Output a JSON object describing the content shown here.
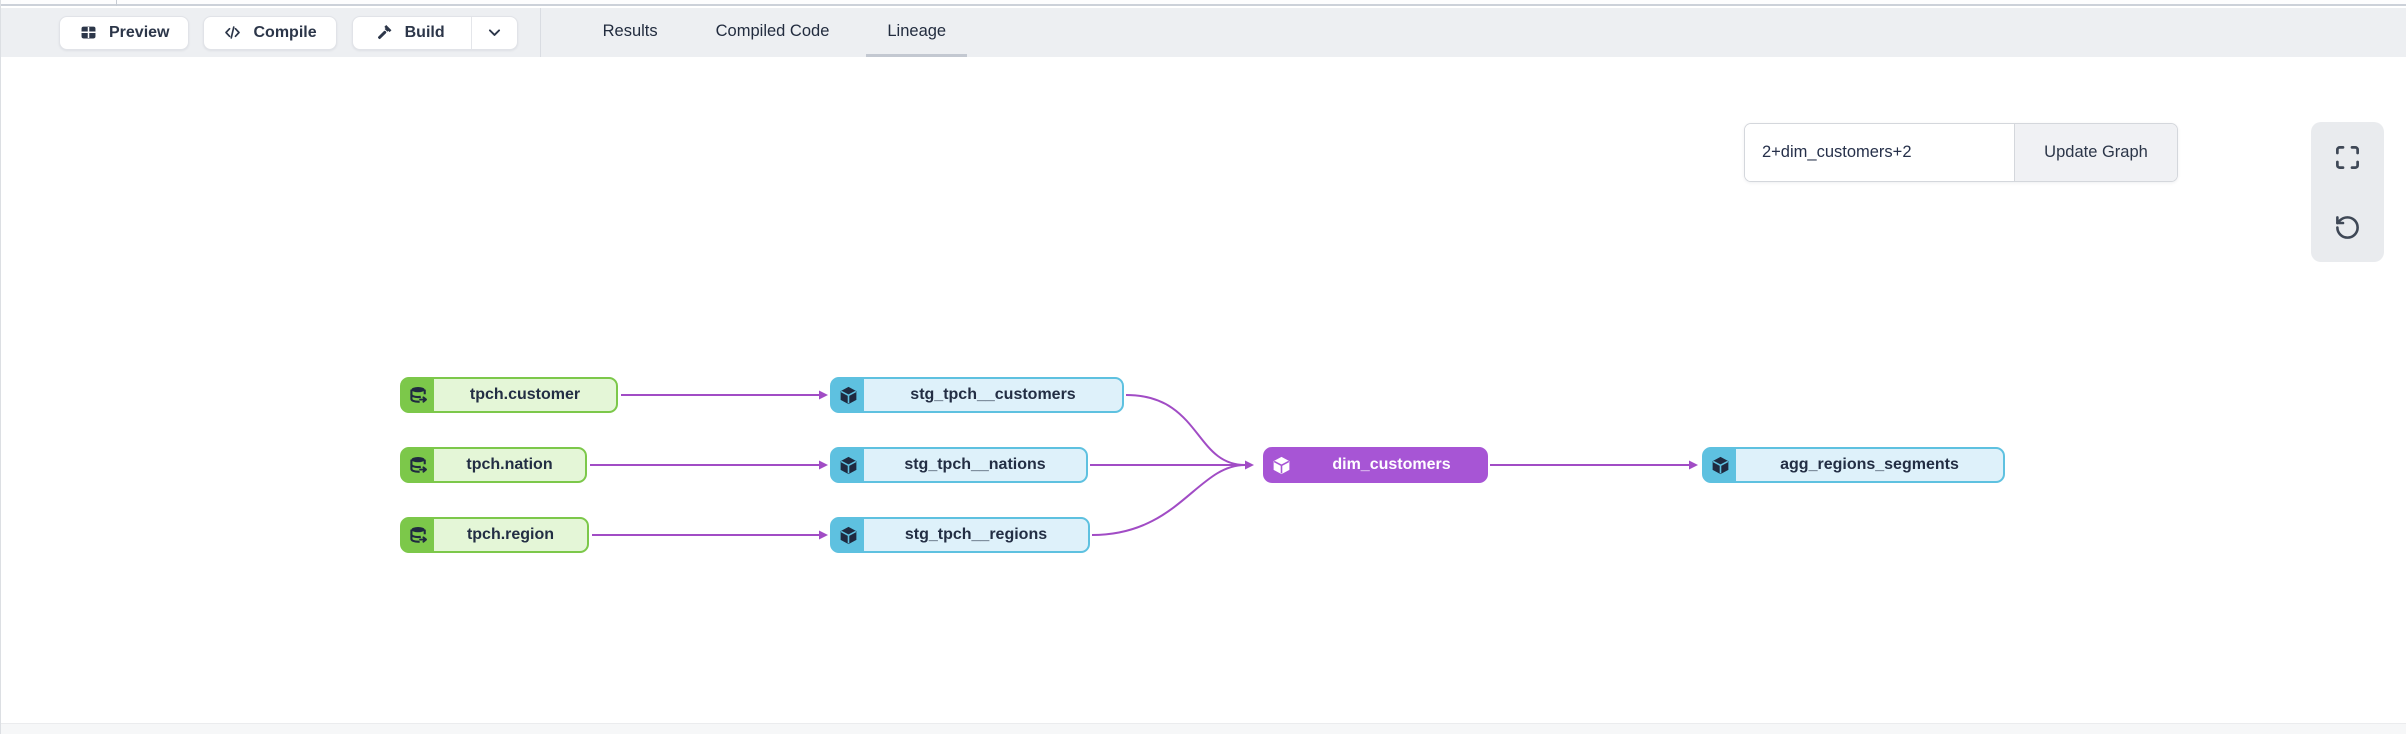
{
  "toolbar": {
    "preview_label": "Preview",
    "compile_label": "Compile",
    "build_label": "Build"
  },
  "tabs": {
    "items": [
      {
        "label": "Results",
        "active": false
      },
      {
        "label": "Compiled Code",
        "active": false
      },
      {
        "label": "Lineage",
        "active": true
      }
    ]
  },
  "lineage_controls": {
    "selector_value": "2+dim_customers+2",
    "update_graph_label": "Update Graph"
  },
  "icons": {
    "preview": "table-icon",
    "compile": "code-icon",
    "build": "hammer-icon",
    "build_more": "chevron-down-icon",
    "source_node": "database-export-icon",
    "model_node": "cube-icon",
    "fullscreen": "fullscreen-icon",
    "reset_view": "rotate-ccw-icon"
  },
  "colors": {
    "source_accent": "#7cc84a",
    "source_bg": "#e4f6d7",
    "model_accent": "#5ec1e0",
    "model_bg": "#def1fa",
    "selected_accent": "#a755d5",
    "edge": "#a14cc5",
    "text_dark": "#232e44",
    "toolbar_bg": "#edeff2"
  },
  "graph": {
    "nodes": [
      {
        "label": "tpch.customer",
        "type": "source"
      },
      {
        "label": "tpch.nation",
        "type": "source"
      },
      {
        "label": "tpch.region",
        "type": "source"
      },
      {
        "label": "stg_tpch__customers",
        "type": "model"
      },
      {
        "label": "stg_tpch__nations",
        "type": "model"
      },
      {
        "label": "stg_tpch__regions",
        "type": "model"
      },
      {
        "label": "dim_customers",
        "type": "model-selected"
      },
      {
        "label": "agg_regions_segments",
        "type": "model"
      }
    ],
    "edges": [
      {
        "from": "tpch.customer",
        "to": "stg_tpch__customers"
      },
      {
        "from": "tpch.nation",
        "to": "stg_tpch__nations"
      },
      {
        "from": "tpch.region",
        "to": "stg_tpch__regions"
      },
      {
        "from": "stg_tpch__customers",
        "to": "dim_customers"
      },
      {
        "from": "stg_tpch__nations",
        "to": "dim_customers"
      },
      {
        "from": "stg_tpch__regions",
        "to": "dim_customers"
      },
      {
        "from": "dim_customers",
        "to": "agg_regions_segments"
      }
    ]
  }
}
